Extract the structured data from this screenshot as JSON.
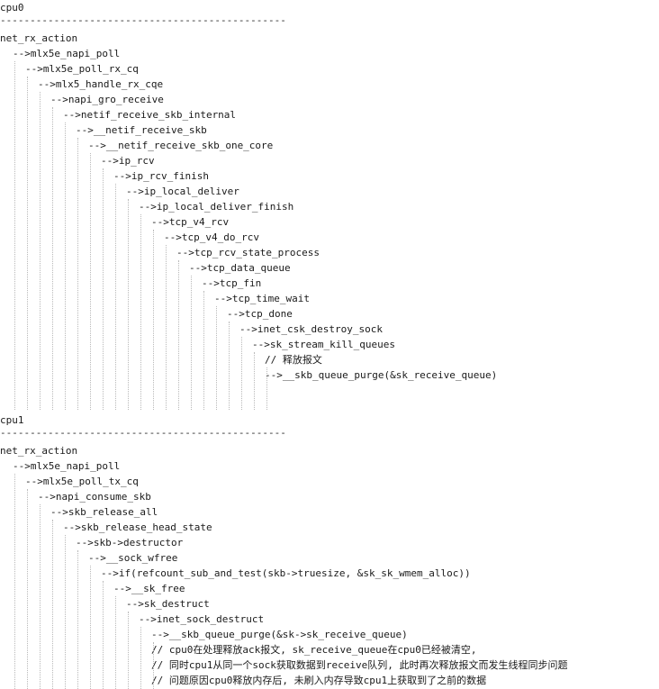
{
  "sections": [
    {
      "header": "cpu0",
      "separator": "------------------------------------------------",
      "lines": [
        {
          "depth": 0,
          "text": "net_rx_action"
        },
        {
          "depth": 1,
          "text": "-->mlx5e_napi_poll"
        },
        {
          "depth": 2,
          "text": "-->mlx5e_poll_rx_cq"
        },
        {
          "depth": 3,
          "text": "-->mlx5_handle_rx_cqe"
        },
        {
          "depth": 4,
          "text": "-->napi_gro_receive"
        },
        {
          "depth": 5,
          "text": "-->netif_receive_skb_internal"
        },
        {
          "depth": 6,
          "text": "-->__netif_receive_skb"
        },
        {
          "depth": 7,
          "text": "-->__netif_receive_skb_one_core"
        },
        {
          "depth": 8,
          "text": "-->ip_rcv"
        },
        {
          "depth": 9,
          "text": "-->ip_rcv_finish"
        },
        {
          "depth": 10,
          "text": "-->ip_local_deliver"
        },
        {
          "depth": 11,
          "text": "-->ip_local_deliver_finish"
        },
        {
          "depth": 12,
          "text": "-->tcp_v4_rcv"
        },
        {
          "depth": 13,
          "text": "-->tcp_v4_do_rcv"
        },
        {
          "depth": 14,
          "text": "-->tcp_rcv_state_process"
        },
        {
          "depth": 15,
          "text": "-->tcp_data_queue"
        },
        {
          "depth": 16,
          "text": "-->tcp_fin"
        },
        {
          "depth": 17,
          "text": "-->tcp_time_wait"
        },
        {
          "depth": 18,
          "text": "-->tcp_done"
        },
        {
          "depth": 19,
          "text": "-->inet_csk_destroy_sock"
        },
        {
          "depth": 20,
          "text": "-->sk_stream_kill_queues"
        },
        {
          "depth": 21,
          "text": "// 释放报文",
          "comment": true
        },
        {
          "depth": 21,
          "text": "-->__skb_queue_purge(&sk_receive_queue)"
        }
      ]
    },
    {
      "header": "cpu1",
      "separator": "------------------------------------------------",
      "lines": [
        {
          "depth": 0,
          "text": "net_rx_action"
        },
        {
          "depth": 1,
          "text": "-->mlx5e_napi_poll"
        },
        {
          "depth": 2,
          "text": "-->mlx5e_poll_tx_cq"
        },
        {
          "depth": 3,
          "text": "-->napi_consume_skb"
        },
        {
          "depth": 4,
          "text": "-->skb_release_all"
        },
        {
          "depth": 5,
          "text": "-->skb_release_head_state"
        },
        {
          "depth": 6,
          "text": "-->skb->destructor"
        },
        {
          "depth": 7,
          "text": "-->__sock_wfree"
        },
        {
          "depth": 8,
          "text": "-->if(refcount_sub_and_test(skb->truesize, &sk_sk_wmem_alloc))"
        },
        {
          "depth": 9,
          "text": "-->__sk_free"
        },
        {
          "depth": 10,
          "text": "-->sk_destruct"
        },
        {
          "depth": 11,
          "text": "-->inet_sock_destruct"
        },
        {
          "depth": 12,
          "text": "-->__skb_queue_purge(&sk->sk_receive_queue)"
        },
        {
          "depth": 12,
          "text": "// cpu0在处理释放ack报文, sk_receive_queue在cpu0已经被清空,",
          "comment": true
        },
        {
          "depth": 12,
          "text": "// 同时cpu1从同一个sock获取数据到receive队列, 此时再次释放报文而发生线程同步问题",
          "comment": true
        },
        {
          "depth": 12,
          "text": "// 问题原因cpu0释放内存后, 未刷入内存导致cpu1上获取到了之前的数据",
          "comment": true
        }
      ]
    }
  ]
}
